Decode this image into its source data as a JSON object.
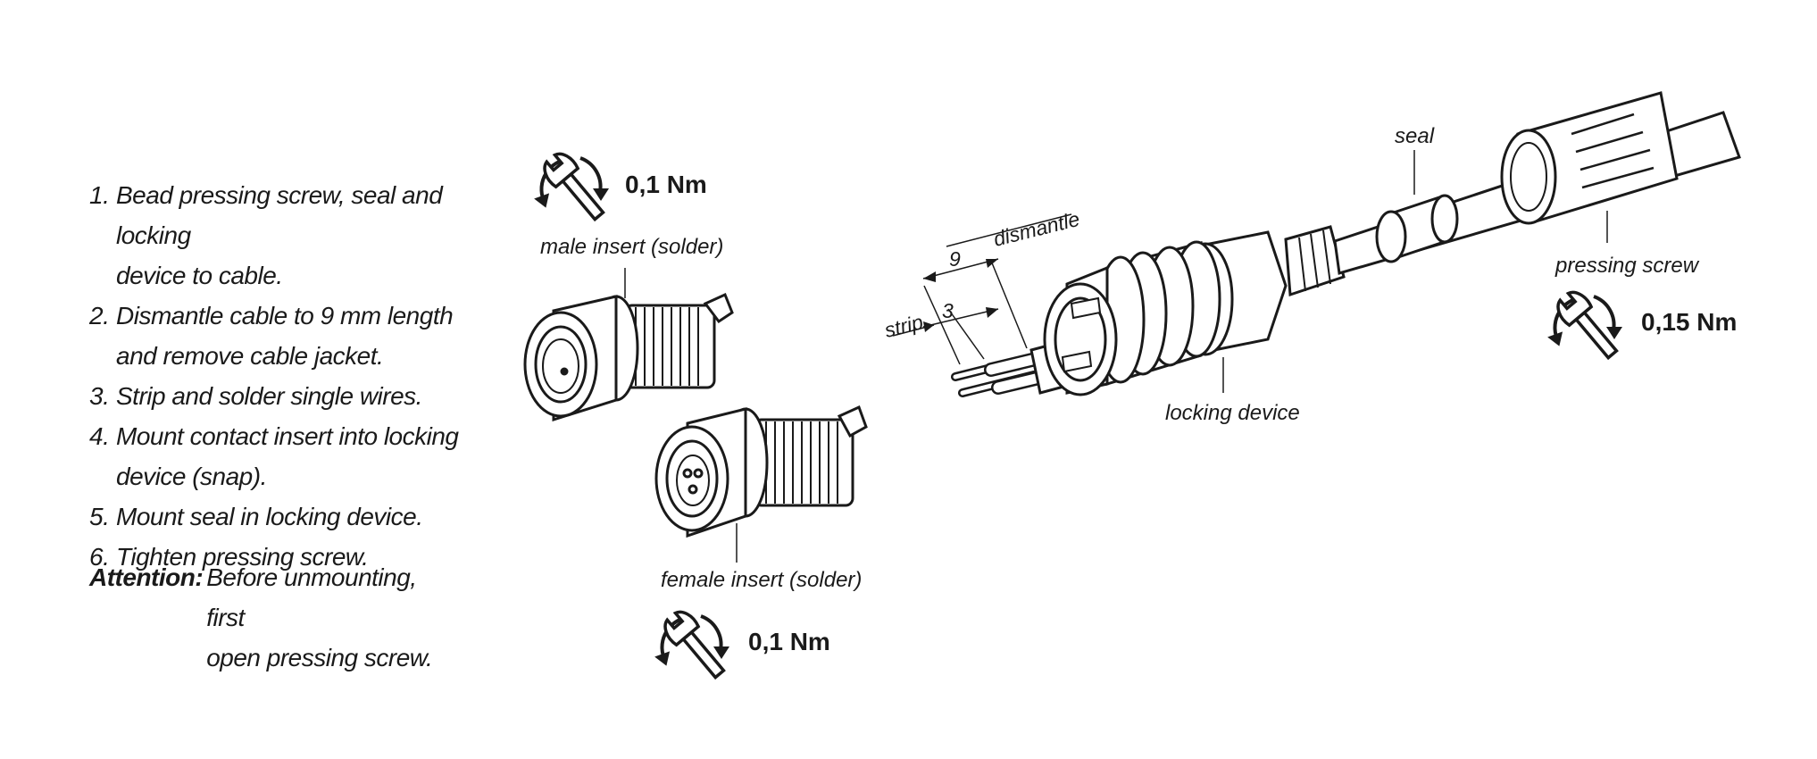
{
  "instructions": {
    "steps": [
      {
        "num": "1.",
        "lines": [
          "Bead pressing screw, seal and locking",
          "device to cable."
        ]
      },
      {
        "num": "2.",
        "lines": [
          "Dismantle cable to 9 mm length",
          "and remove cable jacket."
        ]
      },
      {
        "num": "3.",
        "lines": [
          "Strip and solder single wires."
        ]
      },
      {
        "num": "4.",
        "lines": [
          "Mount contact insert into locking",
          "device (snap)."
        ]
      },
      {
        "num": "5.",
        "lines": [
          "Mount seal in locking device."
        ]
      },
      {
        "num": "6.",
        "lines": [
          "Tighten pressing screw."
        ]
      }
    ],
    "attention_label": "Attention:",
    "attention_lines": [
      "Before unmounting, first",
      "open pressing screw."
    ]
  },
  "labels": {
    "male_insert": "male insert (solder)",
    "female_insert": "female insert (solder)",
    "locking_device": "locking device",
    "seal": "seal",
    "pressing_screw": "pressing screw",
    "dismantle": "dismantle",
    "strip": "strip",
    "dismantle_length": "9",
    "strip_length": "3"
  },
  "torques": {
    "male": "0,1 Nm",
    "female": "0,1 Nm",
    "pressing_screw": "0,15 Nm"
  },
  "icons": [
    "wrench-rotate-icon"
  ],
  "colors": {
    "ink": "#1a1a1a",
    "background": "#ffffff"
  }
}
